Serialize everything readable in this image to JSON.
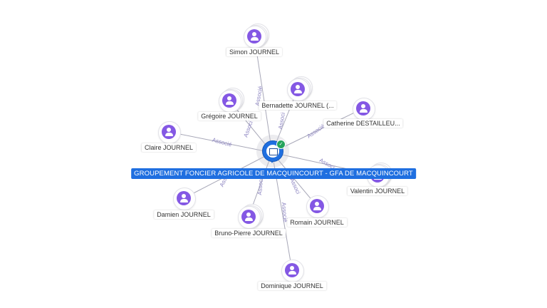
{
  "company": {
    "label": "GROUPEMENT FONCIER AGRICOLE DE MACQUINCOURT - GFA DE MACQUINCOURT",
    "verified": true
  },
  "relation_label": "Associé",
  "relation_label_truncated": "Associ",
  "people": [
    {
      "id": "simon",
      "label": "Simon JOURNEL",
      "stacked": true
    },
    {
      "id": "bernadette",
      "label": "Bernadette JOURNEL (...",
      "stacked": true
    },
    {
      "id": "gregoire",
      "label": "Grégoire JOURNEL",
      "stacked": true
    },
    {
      "id": "catherine",
      "label": "Catherine DESTAILLEU...",
      "stacked": false
    },
    {
      "id": "claire",
      "label": "Claire JOURNEL",
      "stacked": false
    },
    {
      "id": "valentin",
      "label": "Valentin JOURNEL",
      "stacked": true
    },
    {
      "id": "damien",
      "label": "Damien JOURNEL",
      "stacked": false
    },
    {
      "id": "romain",
      "label": "Romain JOURNEL",
      "stacked": false
    },
    {
      "id": "bruno",
      "label": "Bruno-Pierre JOURNEL",
      "stacked": true
    },
    {
      "id": "dominique",
      "label": "Dominique JOURNEL",
      "stacked": false
    }
  ],
  "colors": {
    "company": "#1f6fe0",
    "person": "#8458e4",
    "edge": "#a8a8b8",
    "edge_label": "#8a82c0",
    "verified": "#26a45c"
  },
  "icons": {
    "person": "user-icon",
    "company": "building-icon",
    "verified": "check-icon"
  }
}
